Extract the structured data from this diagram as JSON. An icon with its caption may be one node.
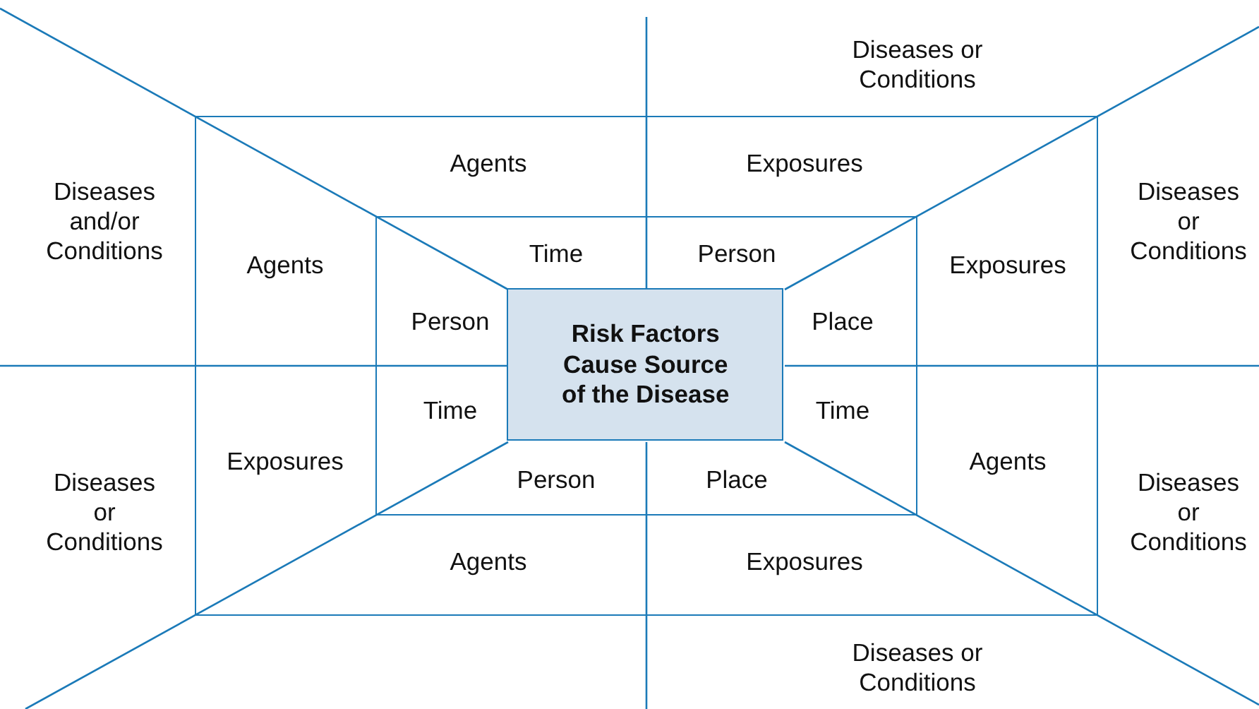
{
  "diagram": {
    "nodes": [
      {
        "text": [],
        "shape": "box"
      },
      {
        "text": [],
        "shape": "box",
        "in": 0
      },
      {
        "text": [
          "Risk Factors Cause Source of the Disease"
        ],
        "in": 1
      }
    ],
    "labels": [
      "Diseases or Conditions",
      "Agents",
      "Exposures",
      "Diseases and/or Conditions",
      "Agents",
      "Time",
      "Person",
      "Exposures",
      "Diseases or Conditions",
      "Person",
      "Place",
      "Time",
      "Time",
      "Diseases or Conditions",
      "Exposures",
      "Agents",
      "Diseases or Conditions",
      "Person",
      "Place",
      "Agents",
      "Exposures",
      "Diseases or Conditions"
    ]
  }
}
